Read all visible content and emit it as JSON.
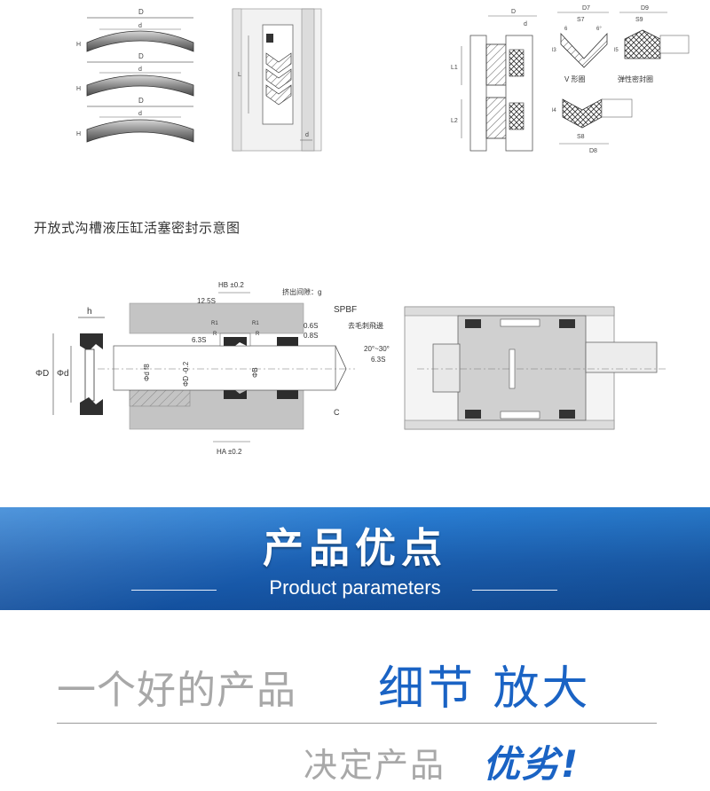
{
  "caption": "开放式沟槽液压缸活塞密封示意图",
  "banner": {
    "title": "产品优点",
    "subtitle": "Product parameters"
  },
  "slogan": {
    "line1_grey": "一个好的产品",
    "line1_blue": "细节 放大",
    "line2_grey": "决定产品",
    "line2_blue": "优劣!"
  },
  "drawing_labels": {
    "D": "D",
    "d": "d",
    "H": "H",
    "h": "h",
    "L": "L",
    "L1": "L1",
    "L2": "L2",
    "D7": "D7",
    "D8": "D8",
    "D9": "D9",
    "S7": "S7",
    "S8": "S8",
    "S9": "S9",
    "l3": "l3",
    "l4": "l4",
    "l5": "l5",
    "a6a": "6",
    "a6b": "6°",
    "v_ring": "V 形圈",
    "elastic_ring": "弹性密封圈",
    "hb": "HB ±0.2",
    "ha": "HA ±0.2",
    "s125": "12.5S",
    "s63": "6.3S",
    "s63b": "6.3S",
    "gap": "挤出间隙：g",
    "spbf": "SPBF",
    "s06": "0.6S",
    "s08": "0.8S",
    "deburr": "去毛刺飛邊",
    "angle": "20°~30°",
    "r1a": "R1",
    "r1b": "R1",
    "r2a": "R",
    "r2b": "R",
    "phiD": "ΦD",
    "phid": "Φd",
    "phid_f8": "Φd f8",
    "phiD_tol": "ΦD -0.2",
    "phiB": "ΦB",
    "C": "C"
  },
  "colors": {
    "banner_blue": "#1b5fb1",
    "accent_blue": "#1a63c4",
    "slogan_grey": "#a8a8a8",
    "steel_grey": "#b9b9b9",
    "seal_dark": "#3a3a3a"
  }
}
